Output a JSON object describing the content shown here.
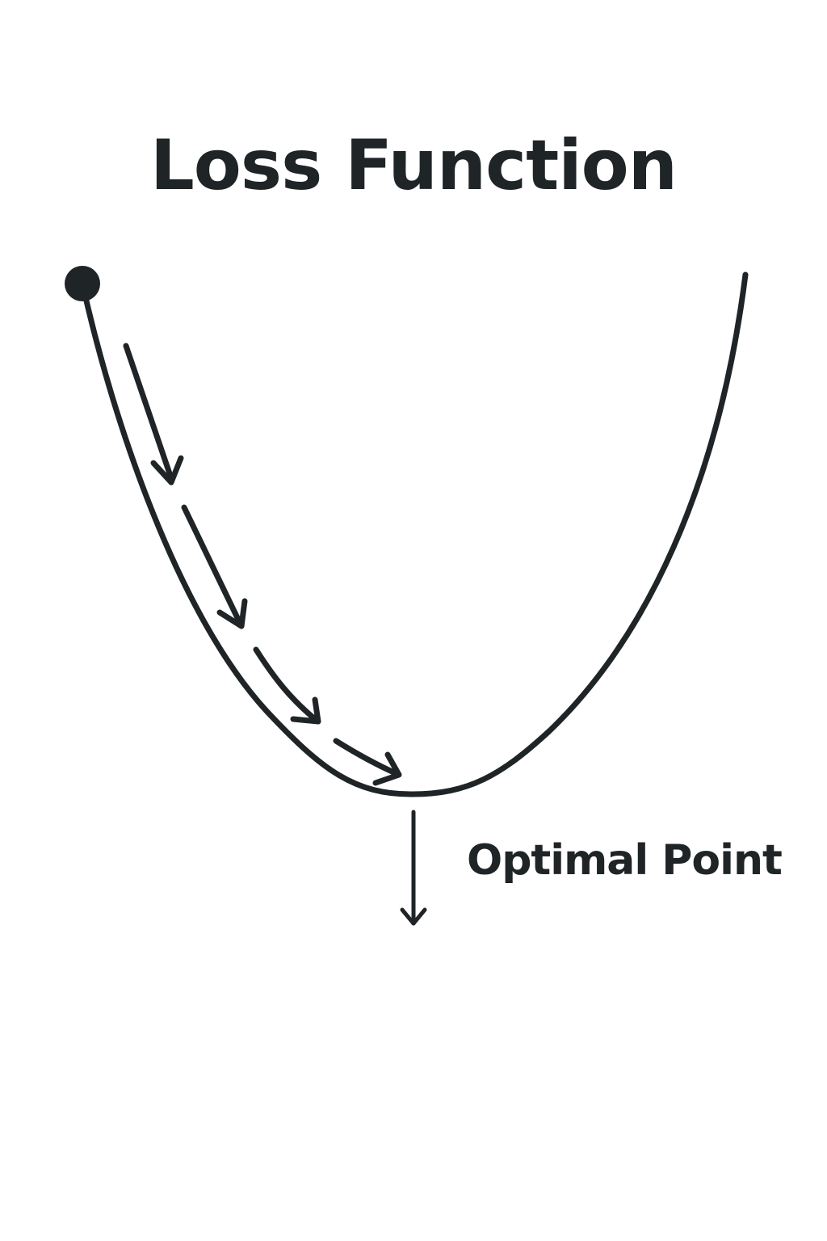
{
  "title": "Loss Function",
  "annotation": {
    "label": "Optimal Point"
  },
  "descent_steps": 4,
  "colors": {
    "ink": "#1f2427",
    "background": "#ffffff"
  },
  "icons": {
    "start_point": "filled-circle-icon",
    "step_arrow": "arrow-icon",
    "optimum_marker": "down-arrow-icon"
  }
}
